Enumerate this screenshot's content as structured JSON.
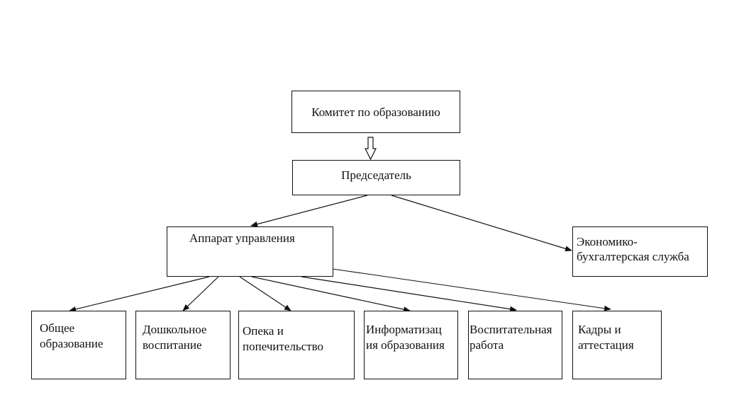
{
  "diagram": {
    "type": "org-chart",
    "nodes": {
      "committee": "Комитет по образованию",
      "chairman": "Председатель",
      "apparatus": "Аппарат управления",
      "economics": [
        "Экономико-",
        "бухгалтерская служба"
      ],
      "general_education": [
        "Общее",
        "образование"
      ],
      "preschool": [
        "Дошкольное",
        "воспитание"
      ],
      "guardianship": [
        "Опека и",
        "попечительство"
      ],
      "informatization": [
        "Информатизац",
        "ия образования"
      ],
      "upbringing": [
        "Воспитательная",
        "работа"
      ],
      "personnel": [
        "Кадры и",
        "аттестация"
      ]
    },
    "edges": [
      [
        "committee",
        "chairman"
      ],
      [
        "chairman",
        "apparatus"
      ],
      [
        "chairman",
        "economics"
      ],
      [
        "apparatus",
        "general_education"
      ],
      [
        "apparatus",
        "preschool"
      ],
      [
        "apparatus",
        "guardianship"
      ],
      [
        "apparatus",
        "informatization"
      ],
      [
        "apparatus",
        "upbringing"
      ],
      [
        "apparatus",
        "personnel"
      ]
    ]
  }
}
